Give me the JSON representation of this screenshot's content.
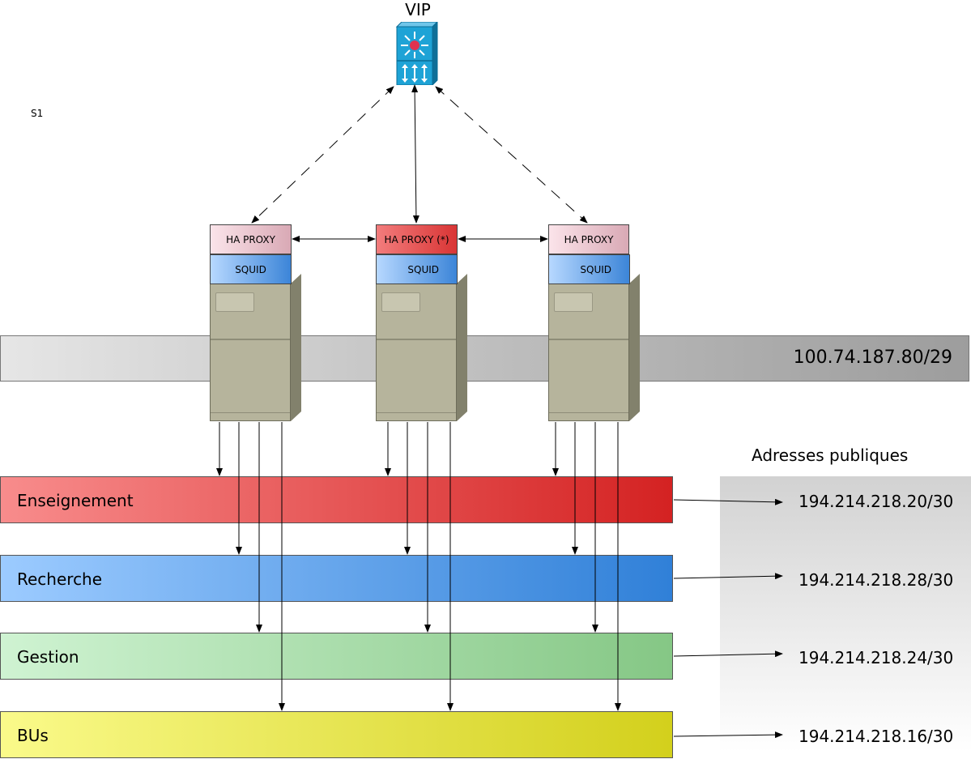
{
  "vip": {
    "label": "VIP",
    "icon": "layer3-switch-icon"
  },
  "s1_label": "S1",
  "network": {
    "address": "100.74.187.80/29"
  },
  "servers": [
    {
      "haproxy": "HA PROXY",
      "squid": "SQUID",
      "active": false
    },
    {
      "haproxy": "HA PROXY (*)",
      "squid": "SQUID",
      "active": true
    },
    {
      "haproxy": "HA PROXY",
      "squid": "SQUID",
      "active": false
    }
  ],
  "vlans": [
    {
      "name": "Enseignement",
      "public_address": "194.214.218.20/30"
    },
    {
      "name": "Recherche",
      "public_address": "194.214.218.28/30"
    },
    {
      "name": "Gestion",
      "public_address": "194.214.218.24/30"
    },
    {
      "name": "BUs",
      "public_address": "194.214.218.16/30"
    }
  ],
  "public_section": {
    "title": "Adresses publiques"
  },
  "colors": {
    "haproxy": "#d9a9b5",
    "haproxy_active": "#d93535",
    "squid": "#3c85d8",
    "enseignement": "#d42222",
    "recherche": "#3080d8",
    "gestion": "#85c785",
    "bus": "#d3d01c"
  }
}
